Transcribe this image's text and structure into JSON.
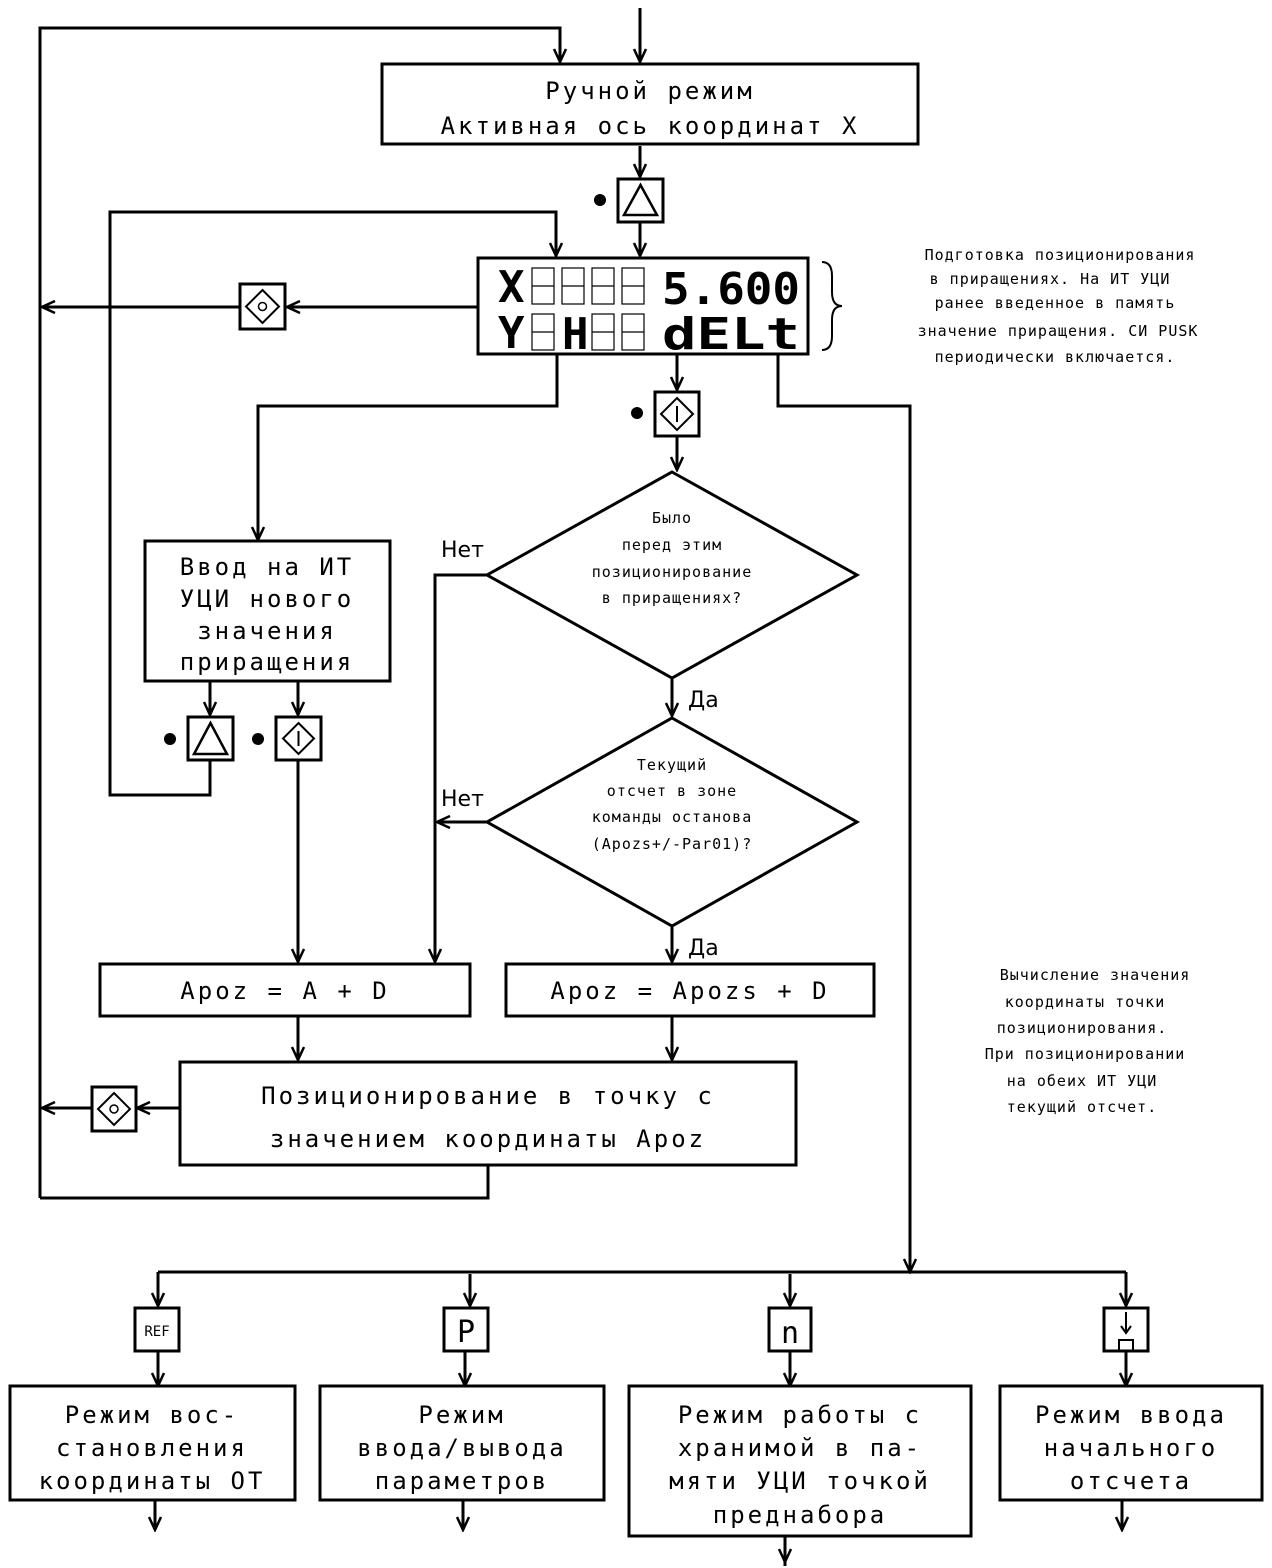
{
  "manual_mode": {
    "line1": "Ручной режим",
    "line2": "Активная ось координат X"
  },
  "display": {
    "row1_axis": "X",
    "row1_value": "5.600",
    "row2_axis": "Y",
    "row2_char": "H",
    "row2_value": "dELt"
  },
  "note_prep": [
    "Подготовка позиционирования",
    "в приращениях. На ИТ УЦИ",
    "ранее введенное в память",
    "значение приращения. СИ PUSK",
    "периодически включается."
  ],
  "input_box": [
    "Ввод на ИТ",
    "УЦИ нового",
    "значения",
    "приращения"
  ],
  "decision1": [
    "Было",
    "перед этим",
    "позиционирование",
    "в приращениях?"
  ],
  "decision2": [
    "Текущий",
    "отсчет в зоне",
    "команды останова",
    "(Apozs+/-Par01)?"
  ],
  "labels": {
    "no": "Нет",
    "yes": "Да"
  },
  "formula_left": "Apoz = A + D",
  "formula_right": "Apoz = Apozs + D",
  "positioning": {
    "line1": "Позиционирование в точку с",
    "line2": "значением координаты Apoz"
  },
  "note_calc": [
    "Вычисление значения",
    "координаты точки",
    "позиционирования.",
    "При позиционировании",
    "на обеих ИТ УЦИ",
    "текущий отсчет."
  ],
  "keys": {
    "ref": "REF",
    "p": "P",
    "n": "n"
  },
  "modes": [
    [
      "Режим вос-",
      "становления",
      "координаты ОТ"
    ],
    [
      "Режим",
      "ввода/вывода",
      "параметров"
    ],
    [
      "Режим работы с",
      "хранимой в па-",
      "мяти УЦИ точкой",
      "преднабора"
    ],
    [
      "Режим ввода",
      "начального",
      "отсчета"
    ]
  ]
}
